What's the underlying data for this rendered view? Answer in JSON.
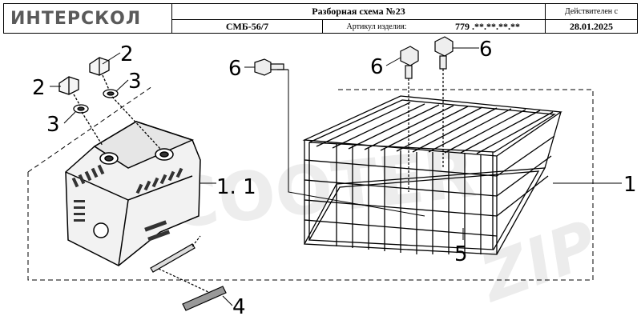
{
  "header": {
    "logo_text": "ИНТЕРСКОЛ",
    "title": "Разборная схема №23",
    "valid_from_label": "Действителен с",
    "model": "СМБ-56/7",
    "article_label": "Артикул изделия:",
    "article_value": "779 .**.**.**.**",
    "date": "28.01.2025"
  },
  "watermark": {
    "text_1": "SCOOTER",
    "text_2": "ZIP"
  },
  "callouts": {
    "c_2a": "2",
    "c_2b": "2",
    "c_3a": "3",
    "c_3b": "3",
    "c_6a": "6",
    "c_6b": "6",
    "c_6c": "6",
    "c_1_1": "1. 1",
    "c_1": "1",
    "c_4": "4",
    "c_5": "5"
  }
}
